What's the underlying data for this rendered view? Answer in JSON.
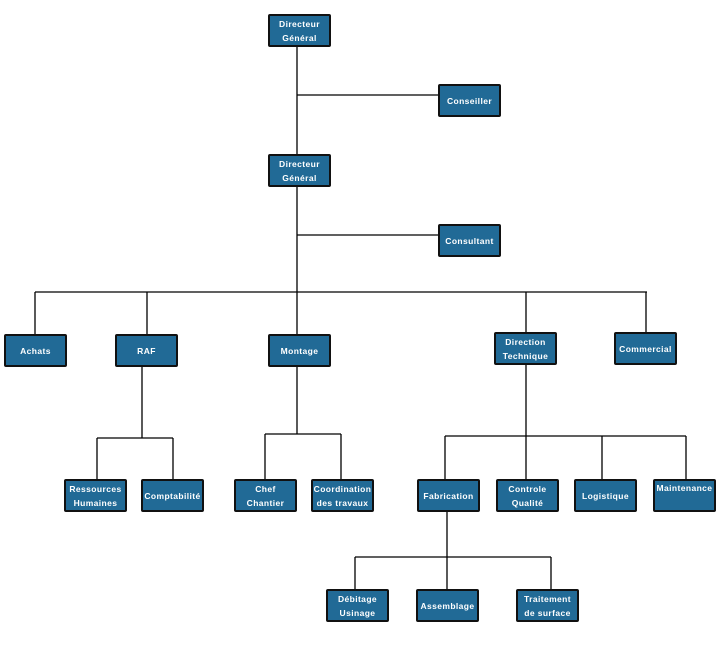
{
  "colors": {
    "box": "#216a96",
    "border": "#111111",
    "line": "#000000"
  },
  "nodes": {
    "dg1": "Directeur\nGénéral",
    "conseiller": "Conseiller",
    "dg2": "Directeur\nGénéral",
    "consultant": "Consultant",
    "achats": "Achats",
    "raf": "RAF",
    "montage": "Montage",
    "direction_technique": "Direction\nTechnique",
    "commercial": "Commercial",
    "rh": "Ressources\nHumaines",
    "comptabilite": "Comptabilité",
    "chef_chantier": "Chef\nChantier",
    "coordination": "Coordination\ndes travaux",
    "fabrication": "Fabrication",
    "controle": "Controle\nQualité",
    "logistique": "Logistique",
    "maintenance": "Maintenance",
    "debitage": "Débitage\nUsinage",
    "assemblage": "Assemblage",
    "traitement": "Traitement\nde surface"
  }
}
